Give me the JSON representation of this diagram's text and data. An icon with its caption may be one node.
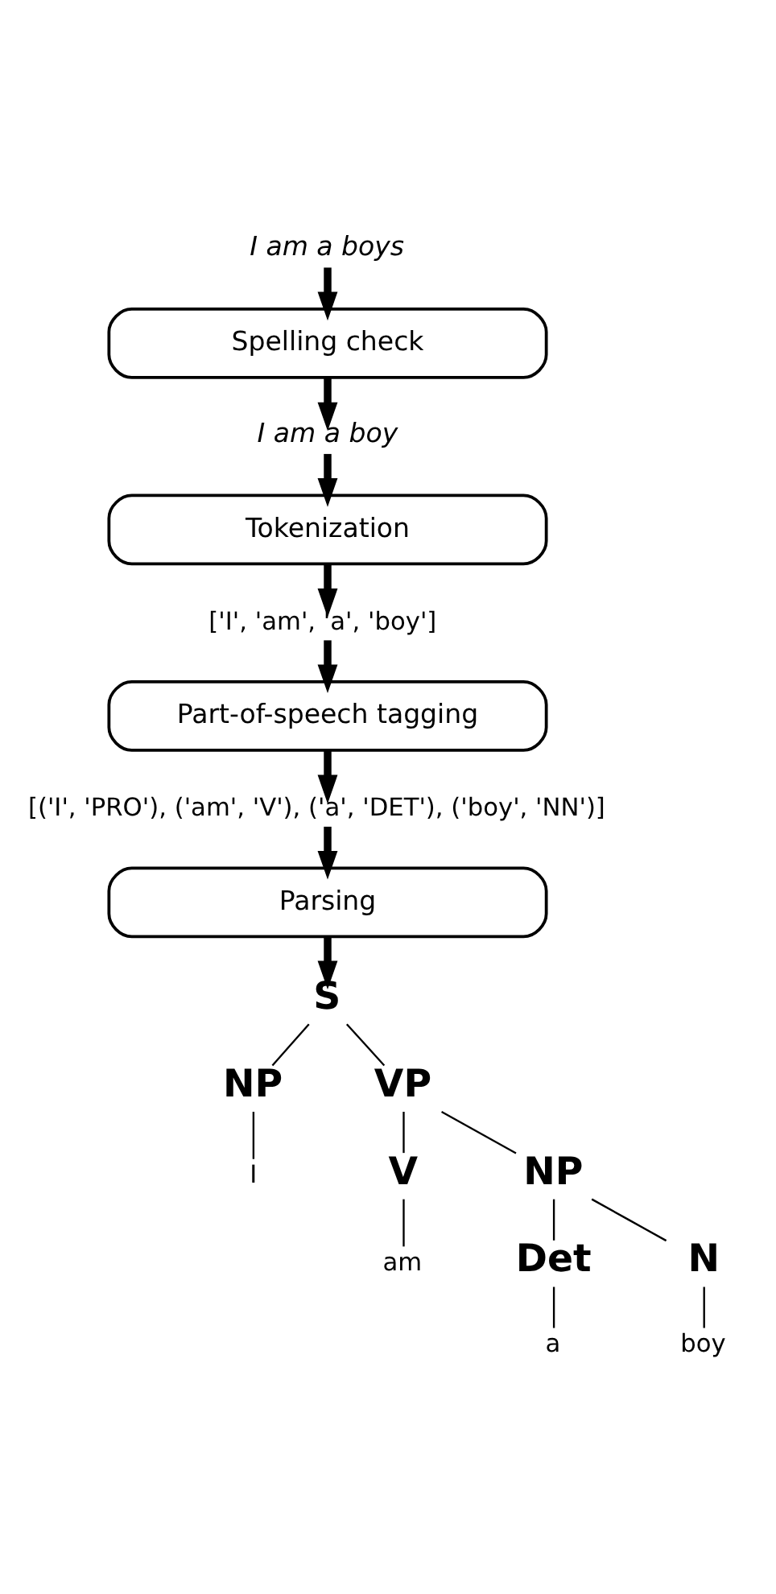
{
  "diagram": {
    "nodes": [
      {
        "text": [
          "I am a boys"
        ]
      },
      {
        "text": [
          "Spelling check"
        ]
      },
      {
        "text": [
          "I am a boy"
        ]
      },
      {
        "text": [
          "Tokenization"
        ]
      },
      {
        "text": [
          "['I', 'am', 'a', 'boy']"
        ]
      },
      {
        "text": [
          "Part-of-speech tagging"
        ]
      },
      {
        "text": [
          "[('I', 'PRO'), ('am', 'V'), ('a', 'DET'), ('boy', 'NN')]"
        ]
      },
      {
        "text": [
          "Parsing"
        ]
      },
      {
        "text": [
          "S"
        ]
      },
      {
        "text": [
          "NP"
        ]
      },
      {
        "text": [
          "VP"
        ]
      },
      {
        "text": [
          "I"
        ]
      },
      {
        "text": [
          "V"
        ]
      },
      {
        "text": [
          "NP"
        ]
      },
      {
        "text": [
          "am"
        ]
      },
      {
        "text": [
          "Det"
        ]
      },
      {
        "text": [
          "N"
        ]
      },
      {
        "text": [
          "a"
        ]
      },
      {
        "text": [
          "boy"
        ]
      }
    ],
    "edges": [
      {
        "from": 0,
        "to": 1,
        "arrow": "to",
        "style": "thick"
      },
      {
        "from": 1,
        "to": 2,
        "arrow": "to",
        "style": "thick"
      },
      {
        "from": 2,
        "to": 3,
        "arrow": "to",
        "style": "thick"
      },
      {
        "from": 3,
        "to": 4,
        "arrow": "to",
        "style": "thick"
      },
      {
        "from": 4,
        "to": 5,
        "arrow": "to",
        "style": "thick"
      },
      {
        "from": 5,
        "to": 6,
        "arrow": "to",
        "style": "thick"
      },
      {
        "from": 6,
        "to": 7,
        "arrow": "to",
        "style": "thick"
      },
      {
        "from": 7,
        "to": 8,
        "arrow": "to",
        "style": "thick"
      },
      {
        "from": 8,
        "to": 9,
        "arrow": "none"
      },
      {
        "from": 8,
        "to": 10,
        "arrow": "none"
      },
      {
        "from": 9,
        "to": 11,
        "arrow": "none"
      },
      {
        "from": 10,
        "to": 12,
        "arrow": "none"
      },
      {
        "from": 10,
        "to": 13,
        "arrow": "none"
      },
      {
        "from": 12,
        "to": 14,
        "arrow": "none"
      },
      {
        "from": 13,
        "to": 15,
        "arrow": "none"
      },
      {
        "from": 13,
        "to": 16,
        "arrow": "none"
      },
      {
        "from": 15,
        "to": 17,
        "arrow": "none"
      },
      {
        "from": 16,
        "to": 18,
        "arrow": "none"
      }
    ]
  }
}
